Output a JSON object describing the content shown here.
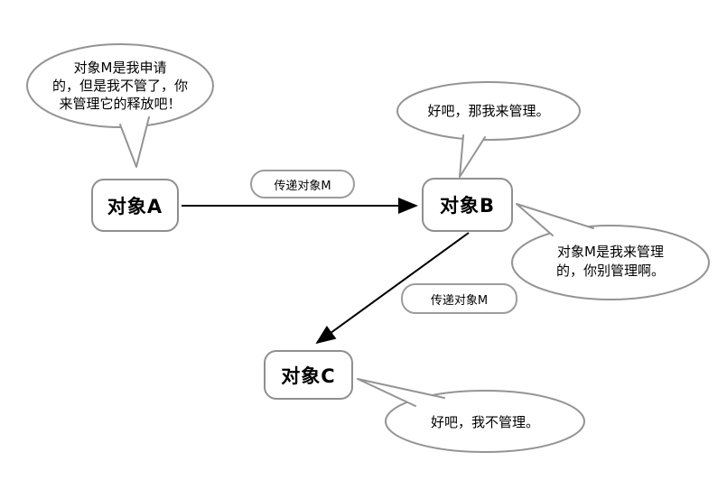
{
  "diagram": {
    "background": "#ffffff",
    "colors": {
      "node_border": "#8f8f8f",
      "bubble_border": "#949494",
      "label_border": "#9c9c9c",
      "arrow": "#000000",
      "text": "#000000"
    },
    "nodes": [
      {
        "id": "A",
        "label": "对象A"
      },
      {
        "id": "B",
        "label": "对象B"
      },
      {
        "id": "C",
        "label": "对象C"
      }
    ],
    "edges": [
      {
        "from": "A",
        "to": "B",
        "label": "传递对象M"
      },
      {
        "from": "B",
        "to": "C",
        "label": "传递对象M"
      }
    ],
    "bubbles": [
      {
        "speaker": "A",
        "text": "对象M是我申请\n的，但是我不管了，你\n来管理它的释放吧！"
      },
      {
        "speaker": "B",
        "text": "好吧，那我来管理。"
      },
      {
        "speaker": "B",
        "text": "对象M是我来管理\n的，你别管理啊。"
      },
      {
        "speaker": "C",
        "text": "好吧，我不管理。"
      }
    ]
  }
}
